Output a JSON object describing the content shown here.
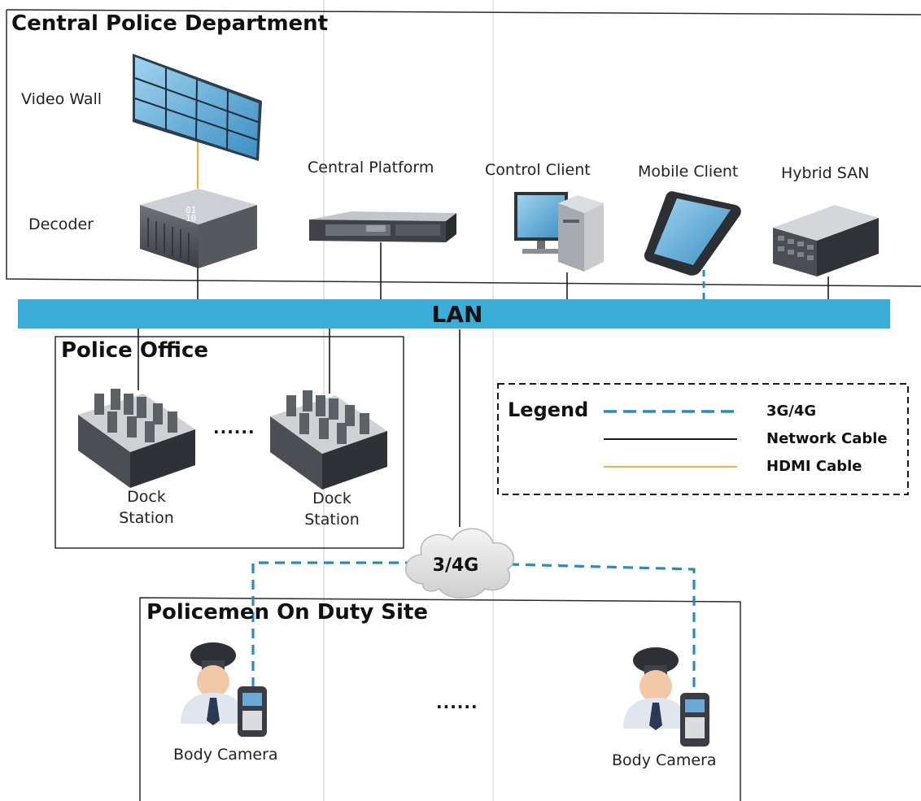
{
  "groups": {
    "central": "Central Police Department",
    "office": "Police Office",
    "site": "Policemen On Duty Site"
  },
  "devices": {
    "video_wall": "Video Wall",
    "decoder": "Decoder",
    "central_platform": "Central Platform",
    "control_client": "Control Client",
    "mobile_client": "Mobile Client",
    "hybrid_san": "Hybrid SAN",
    "dock_station_1": [
      "Dock",
      "Station"
    ],
    "dock_station_2": [
      "Dock",
      "Station"
    ],
    "body_camera_1": "Body Camera",
    "body_camera_2": "Body Camera"
  },
  "lan": "LAN",
  "cloud": "3/4G",
  "ellipsis_office": "......",
  "ellipsis_site": "......",
  "legend": {
    "title": "Legend",
    "items": [
      {
        "label": "3G/4G",
        "style": "dashed",
        "color": "#2a8ac8"
      },
      {
        "label": "Network Cable",
        "style": "solid",
        "color": "#1a1a1a"
      },
      {
        "label": "HDMI Cable",
        "style": "solid",
        "color": "#f2b233"
      }
    ]
  },
  "colors": {
    "lan_bar": "#3badd9",
    "wireless": "#2a8ac8",
    "hdmi": "#f2b233",
    "network": "#1a1a1a"
  }
}
